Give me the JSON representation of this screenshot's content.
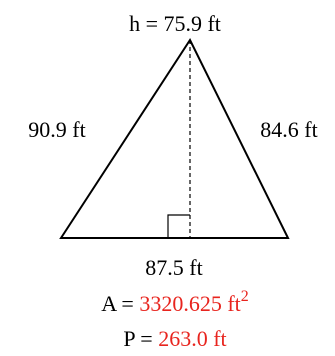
{
  "height_label": "h = 75.9 ft",
  "left_side_label": "90.9 ft",
  "right_side_label": "84.6 ft",
  "base_label": "87.5 ft",
  "area": {
    "prefix": "A = ",
    "value": "3320.625 ft",
    "exponent": "2"
  },
  "perimeter": {
    "prefix": "P = ",
    "value": "263.0 ft"
  },
  "colors": {
    "stroke": "#000000",
    "result": "#e8241e"
  }
}
